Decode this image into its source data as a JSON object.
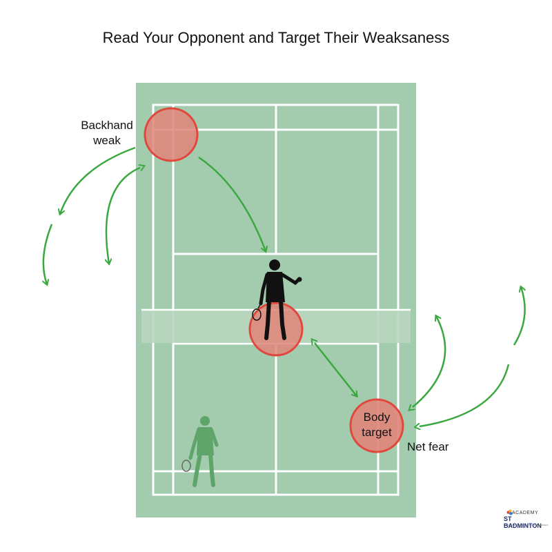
{
  "title": "Read Your Opponent and Target Their Weaksaness",
  "labels": {
    "backhand": "Backhand weak",
    "body_target": "Body target",
    "net_fear": "Net fear"
  },
  "logo": {
    "top": "ACADEMY",
    "main": "ST BADMINTON",
    "sub": "PREMIER BADMINTON COACHING ACADEMY"
  },
  "colors": {
    "court": "#a3cbae",
    "court_lines": "#ffffff",
    "target_fill": "#e0857a",
    "target_stroke": "#e0483d",
    "arrow": "#3aa83f",
    "opponent": "#111111",
    "player": "#5fa46a"
  }
}
